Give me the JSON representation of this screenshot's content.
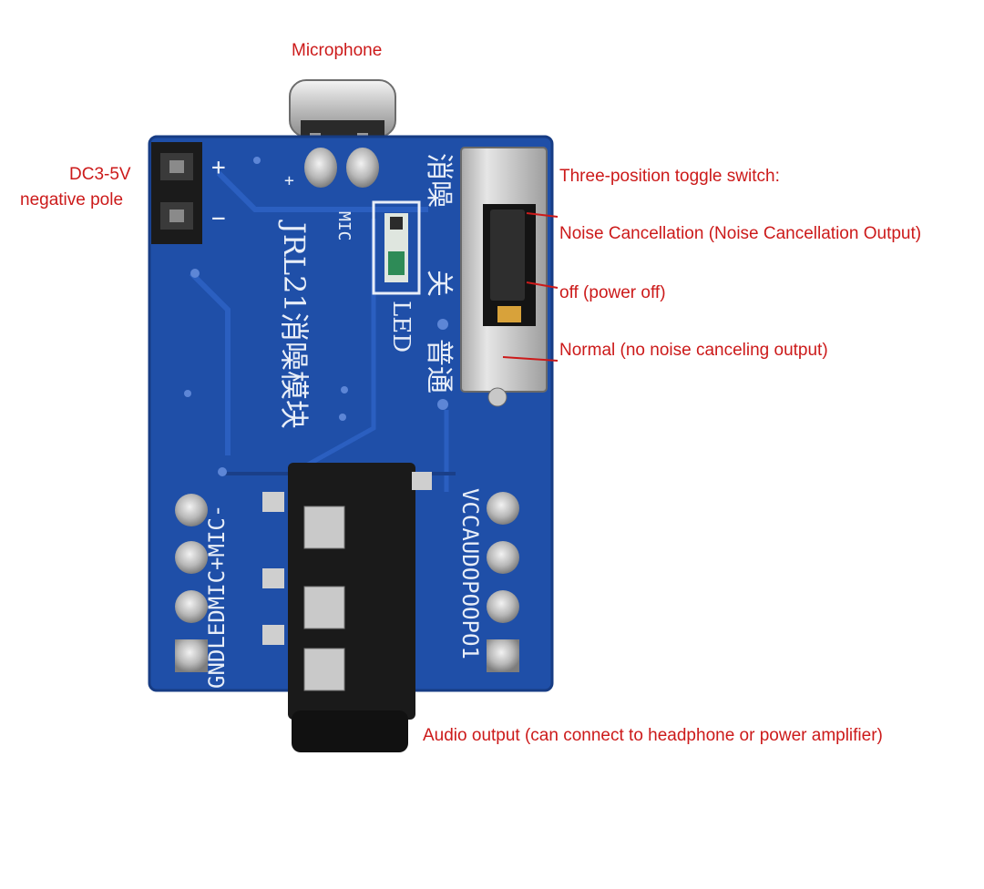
{
  "annotations": {
    "microphone": "Microphone",
    "dc_line1": "DC3-5V",
    "dc_line2": "negative pole",
    "switch_title": "Three-position toggle switch:",
    "switch_nc": "Noise Cancellation (Noise Cancellation Output)",
    "switch_off": "off (power off)",
    "switch_normal": "Normal (no noise canceling output)",
    "audio_output": "Audio output (can connect to headphone or power amplifier)"
  },
  "board_text": {
    "module_name": "JRL21消噪模块",
    "pins_left": "GNDLEDMIC+MIC-",
    "pins_right": "VCCAUDOPOOPO1",
    "mic_label": "MIC",
    "led_label": "LED",
    "switch_cn_top": "消噪",
    "switch_cn_mid": "关",
    "switch_cn_bottom": "普通",
    "plus": "+",
    "minus": "−",
    "mic_plus": "+"
  },
  "colors": {
    "annotation": "#cc1a1a",
    "pcb": "#1f4fa8",
    "silkscreen": "#e8eef8"
  }
}
